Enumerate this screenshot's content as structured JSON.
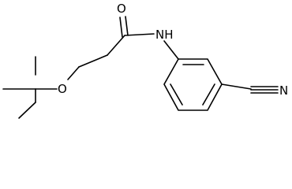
{
  "molecule": {
    "atom_labels": {
      "carbonyl_oxygen": "O",
      "amide_nitrogen": "NH",
      "ether_oxygen": "O",
      "nitrile_nitrogen": "N"
    },
    "colors": {
      "bond": "#000000",
      "label": "#000000",
      "background": "#ffffff"
    }
  }
}
